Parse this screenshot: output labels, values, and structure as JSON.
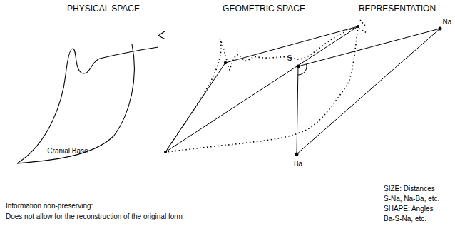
{
  "diagram": {
    "labels": [
      "PHYSICAL SPACE",
      "GEOMETRIC SPACE",
      "REPRESENTATION",
      "Cranial Base",
      "S",
      "Na",
      "Ba",
      "Information non-preserving:",
      "Does not allow for the reconstruction of the original form",
      "SIZE: Distances",
      "S-Na, Na-Ba, etc.",
      "SHAPE: Angles",
      "Ba-S-Na, etc."
    ]
  }
}
